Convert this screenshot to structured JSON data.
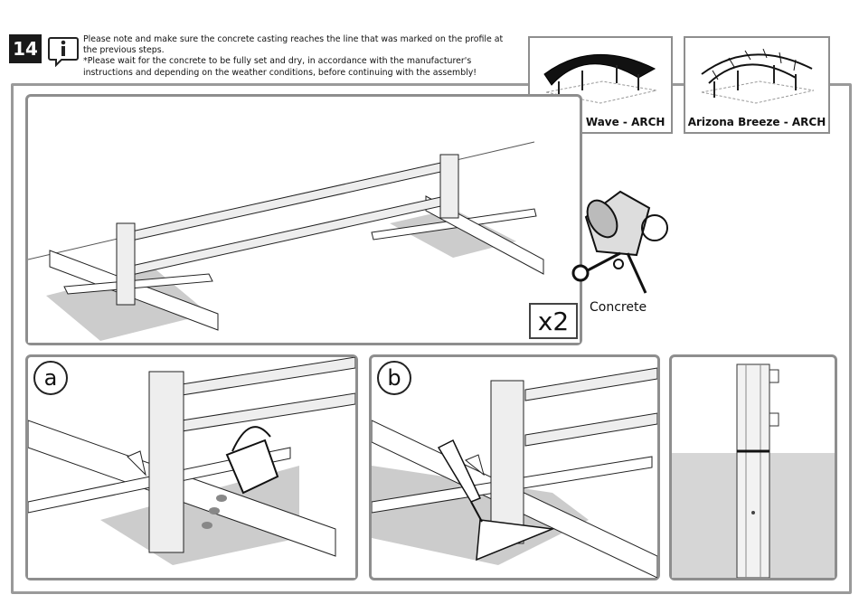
{
  "step": {
    "number": "14"
  },
  "instructions": {
    "line1": "Please note and make sure the concrete casting reaches the line that was marked on the profile at the previous steps.",
    "line2": "*Please wait for the concrete to be fully set and dry, in accordance with the manufacturer's instructions and depending on the weather conditions, before continuing with the assembly!"
  },
  "models": [
    {
      "name": "Arizona Wave - ARCH"
    },
    {
      "name": "Arizona Breeze - ARCH"
    }
  ],
  "main_panel": {
    "multiplier": "x2",
    "mixer_label": "Concrete"
  },
  "detail_a": {
    "label": "a"
  },
  "detail_b": {
    "label": "b"
  },
  "icons": [
    "info-icon",
    "carport-wave-icon",
    "carport-breeze-icon",
    "cement-mixer-icon",
    "bucket-icon",
    "trowel-icon"
  ]
}
